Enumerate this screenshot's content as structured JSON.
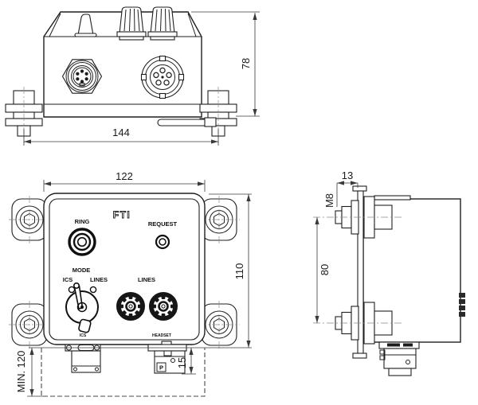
{
  "colors": {
    "line": "#1f1f1f",
    "dimension": "#3a3a3a",
    "centerline": "#8a8a8a",
    "background": "#ffffff",
    "knob_fill": "#161616"
  },
  "front_view": {
    "width_dim": "144",
    "height_dim": "78"
  },
  "panel_view": {
    "width_dim": "122",
    "height_dim": "110",
    "min_clearance_dim": "MIN. 120",
    "connector_depth_dim": "15",
    "brand": "FTI",
    "ring_label": "RING",
    "request_label": "REQUEST",
    "mode_label": "MODE",
    "mode_ics_label": "ICS",
    "mode_lines_label": "LINES",
    "lines_label": "LINES",
    "bottom_ics_label": "ICS",
    "bottom_headset_label": "HEADSET",
    "p_mark": "P"
  },
  "side_view": {
    "bolt_protrusion_dim": "13",
    "thread_label": "M8",
    "bolt_spacing_dim": "80"
  }
}
